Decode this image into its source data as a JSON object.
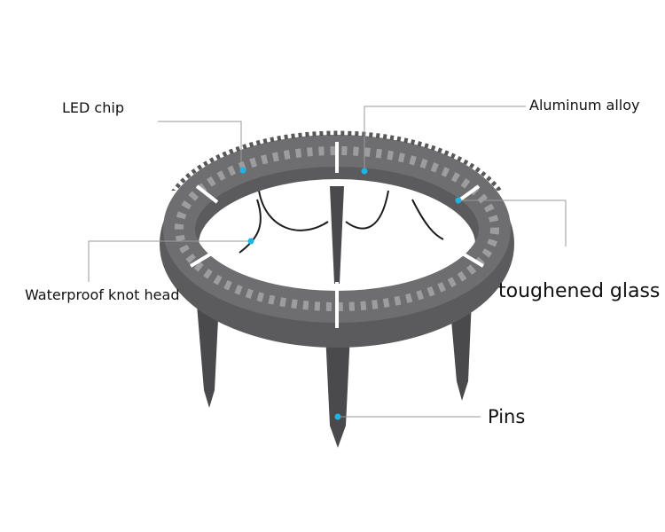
{
  "labels": {
    "led_chip": "LED chip",
    "aluminum_alloy": "Aluminum alloy",
    "waterproof_knot_head": "Waterproof knot head",
    "toughened_glass": "toughened glass",
    "pins": "Pins"
  },
  "colors": {
    "body": "#5b5b5d",
    "face": "#6e6e70",
    "lens": "#a9a9ab",
    "marker": "#1fb4e8",
    "leader": "#9a9a9a"
  }
}
